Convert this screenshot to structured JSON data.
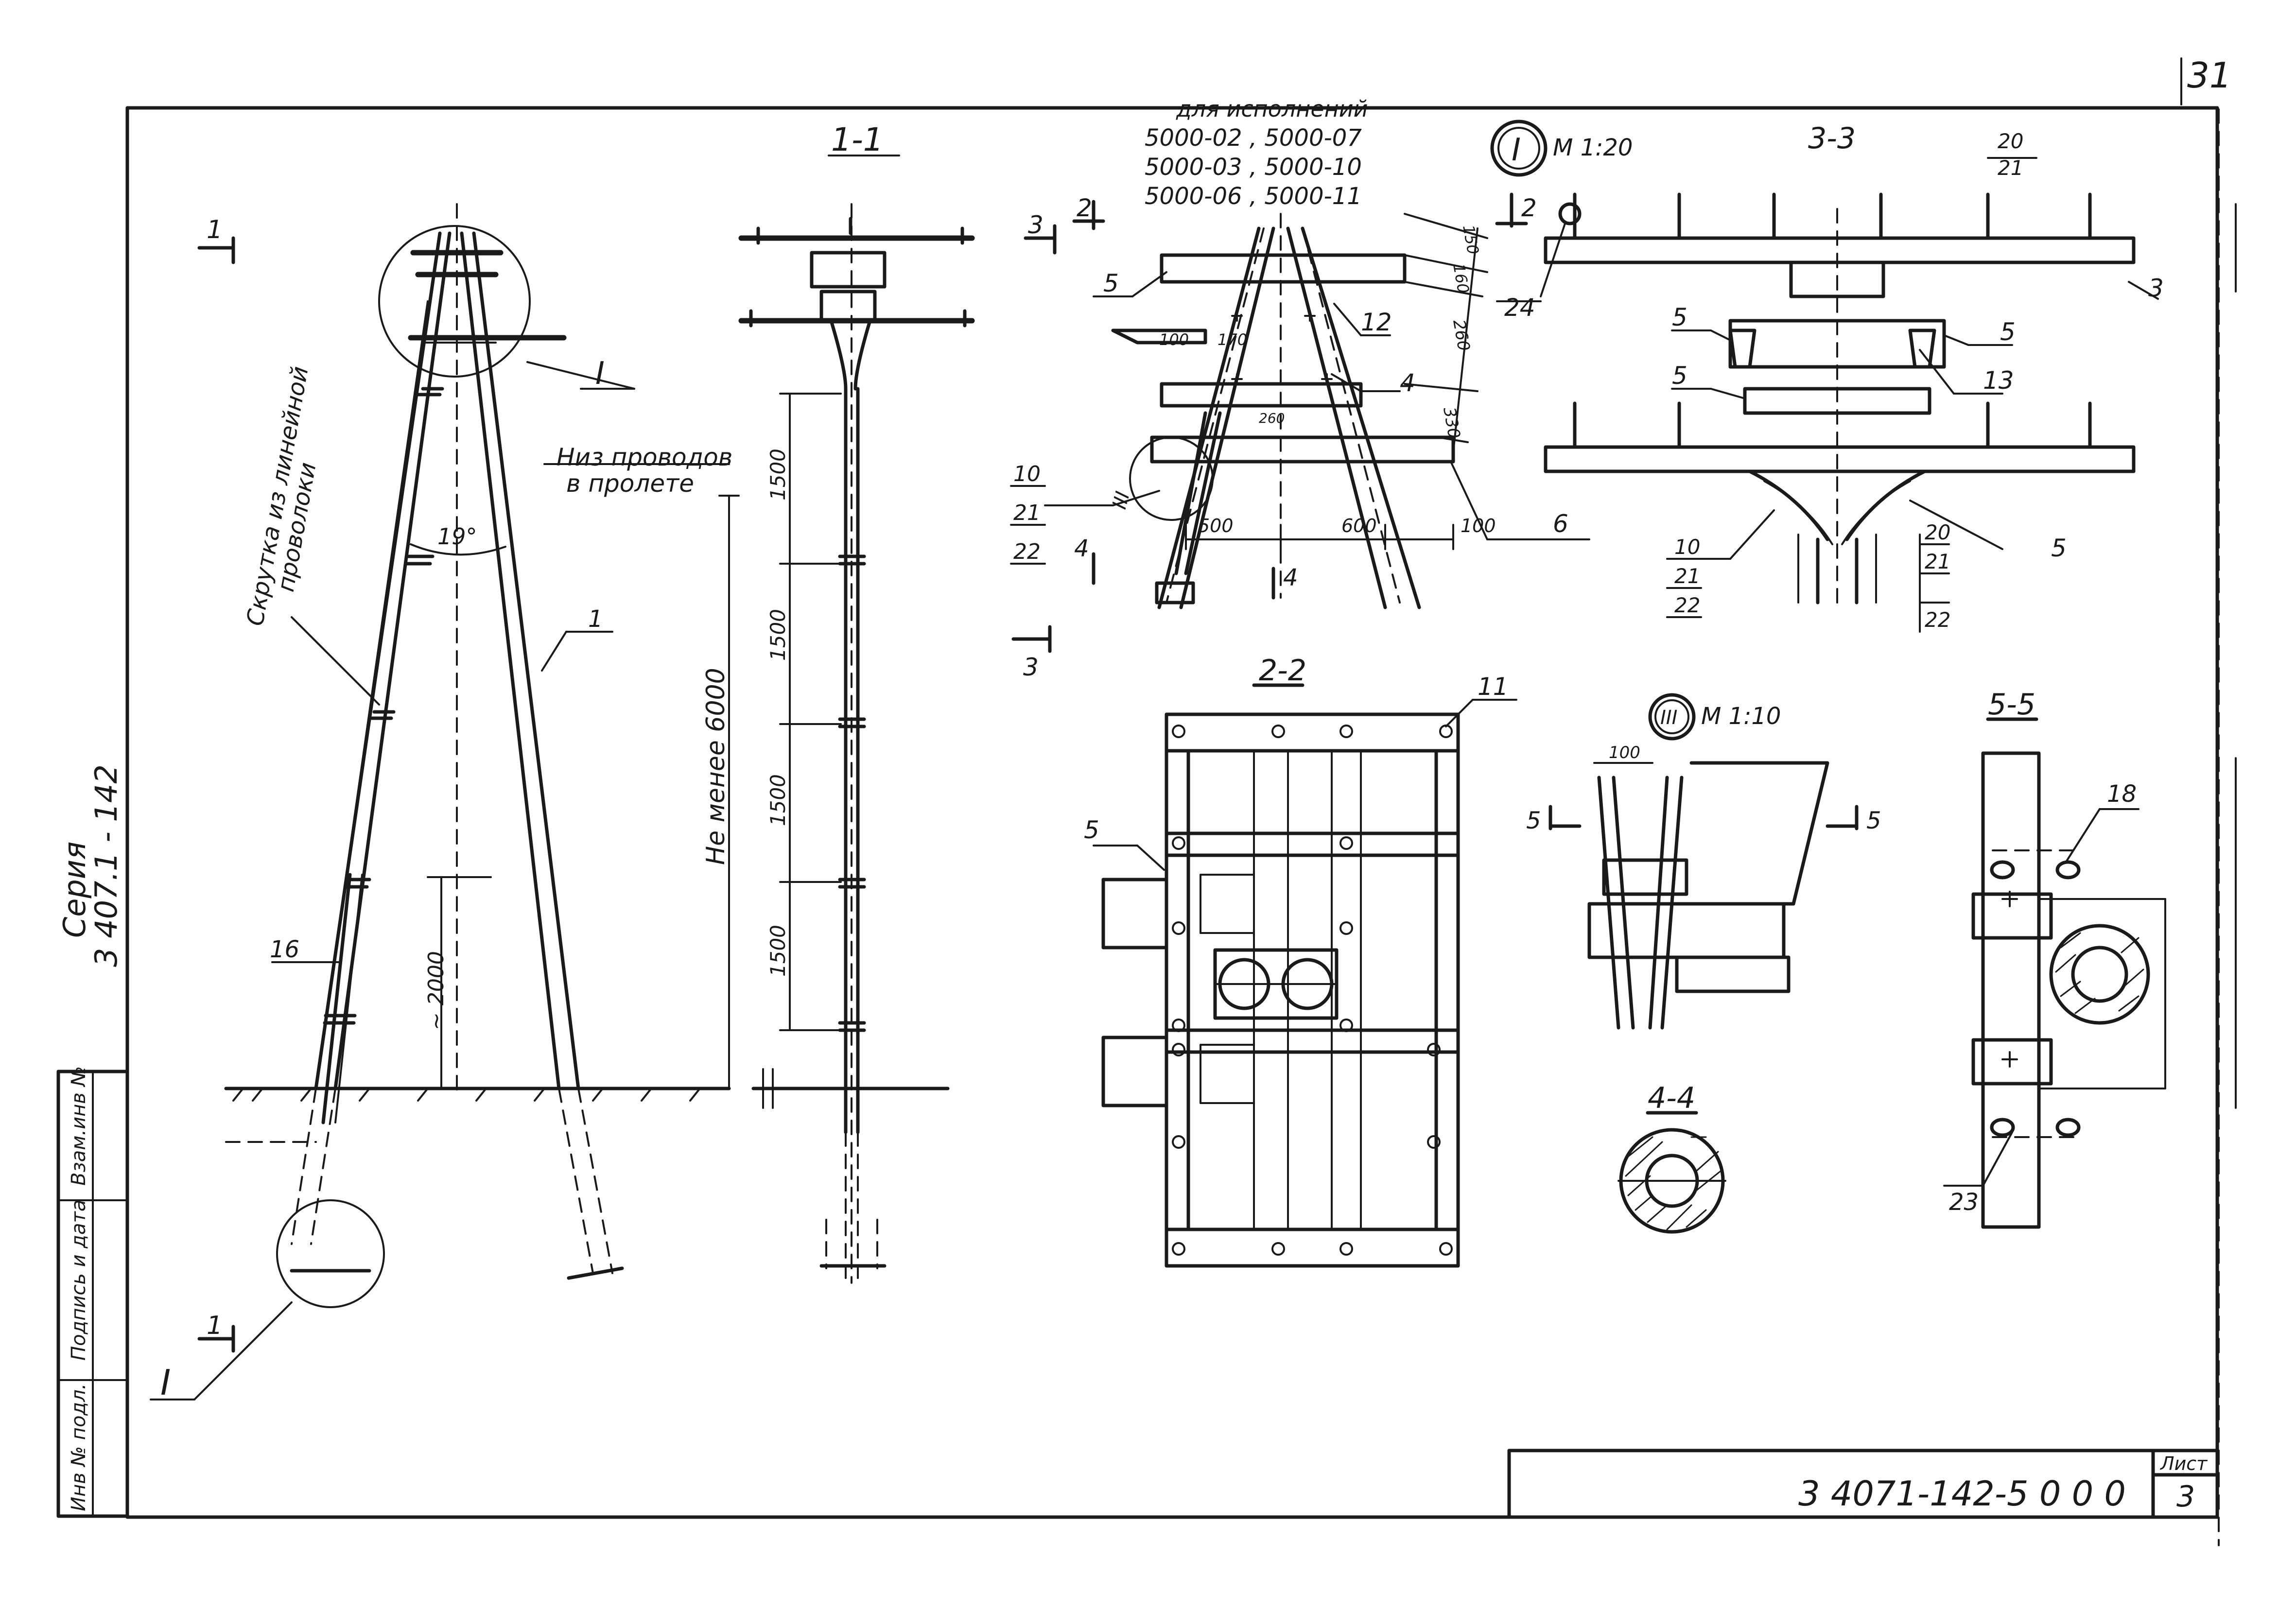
{
  "sheet": {
    "page_number": "31",
    "series_label": "Серия",
    "series_number": "3 407.1 - 142",
    "document_code": "3 4071-142-5 0 0 0",
    "sheet_label": "Лист",
    "sheet_number": "3",
    "side_stamp": [
      "Инв № подл.",
      "Подпись и дата",
      "Взам.инв №"
    ]
  },
  "elevation": {
    "angle_label": "19°",
    "twist_label": [
      "Скрутка из линейной",
      "проволоки"
    ],
    "wire_label": [
      "Низ проводов",
      "в пролете"
    ],
    "min_height": "Не менее 6000",
    "height_2000": "~ 2000",
    "callout_1": "1",
    "callout_16": "16",
    "detail_I_top": "I",
    "detail_I_bottom": "I",
    "section_mark": "1",
    "section_mark_b": "1"
  },
  "section_1_1": {
    "title": "1-1",
    "dims": [
      "1500",
      "1500",
      "1500",
      "1500"
    ]
  },
  "detail_I": {
    "badge": "I",
    "scale": "М 1:20",
    "variants_title": "для исполнений",
    "variants": [
      "5000-02 ,  5000-07",
      "5000-03 ,  5000-10",
      "5000-06 ,  5000-11"
    ],
    "dims_right": [
      "150",
      "160",
      "260",
      "330"
    ],
    "dims_bottom": [
      "500",
      "600",
      "100"
    ],
    "dims_inner": [
      "100",
      "170",
      "260"
    ],
    "callouts": [
      "5",
      "12",
      "4",
      "6",
      "10",
      "21",
      "22"
    ],
    "detail_III": "III",
    "marks": [
      "2",
      "3",
      "3",
      "4",
      "4"
    ]
  },
  "section_3_3": {
    "title": "3-3",
    "ref": [
      "20",
      "21"
    ],
    "callouts": [
      "3",
      "5",
      "5",
      "5",
      "13",
      "24",
      "5"
    ],
    "bottom_refs_a": [
      "10",
      "21",
      "22"
    ],
    "bottom_refs_b": [
      "20",
      "21",
      "22"
    ],
    "mark": "2"
  },
  "section_2_2": {
    "title": "2-2",
    "callouts": [
      "11",
      "5"
    ]
  },
  "detail_III": {
    "badge": "III",
    "scale": "М 1:10",
    "dim": "100",
    "marks": [
      "5",
      "5"
    ]
  },
  "section_4_4": {
    "title": "4-4"
  },
  "section_5_5": {
    "title": "5-5",
    "callouts": [
      "18",
      "23"
    ]
  }
}
